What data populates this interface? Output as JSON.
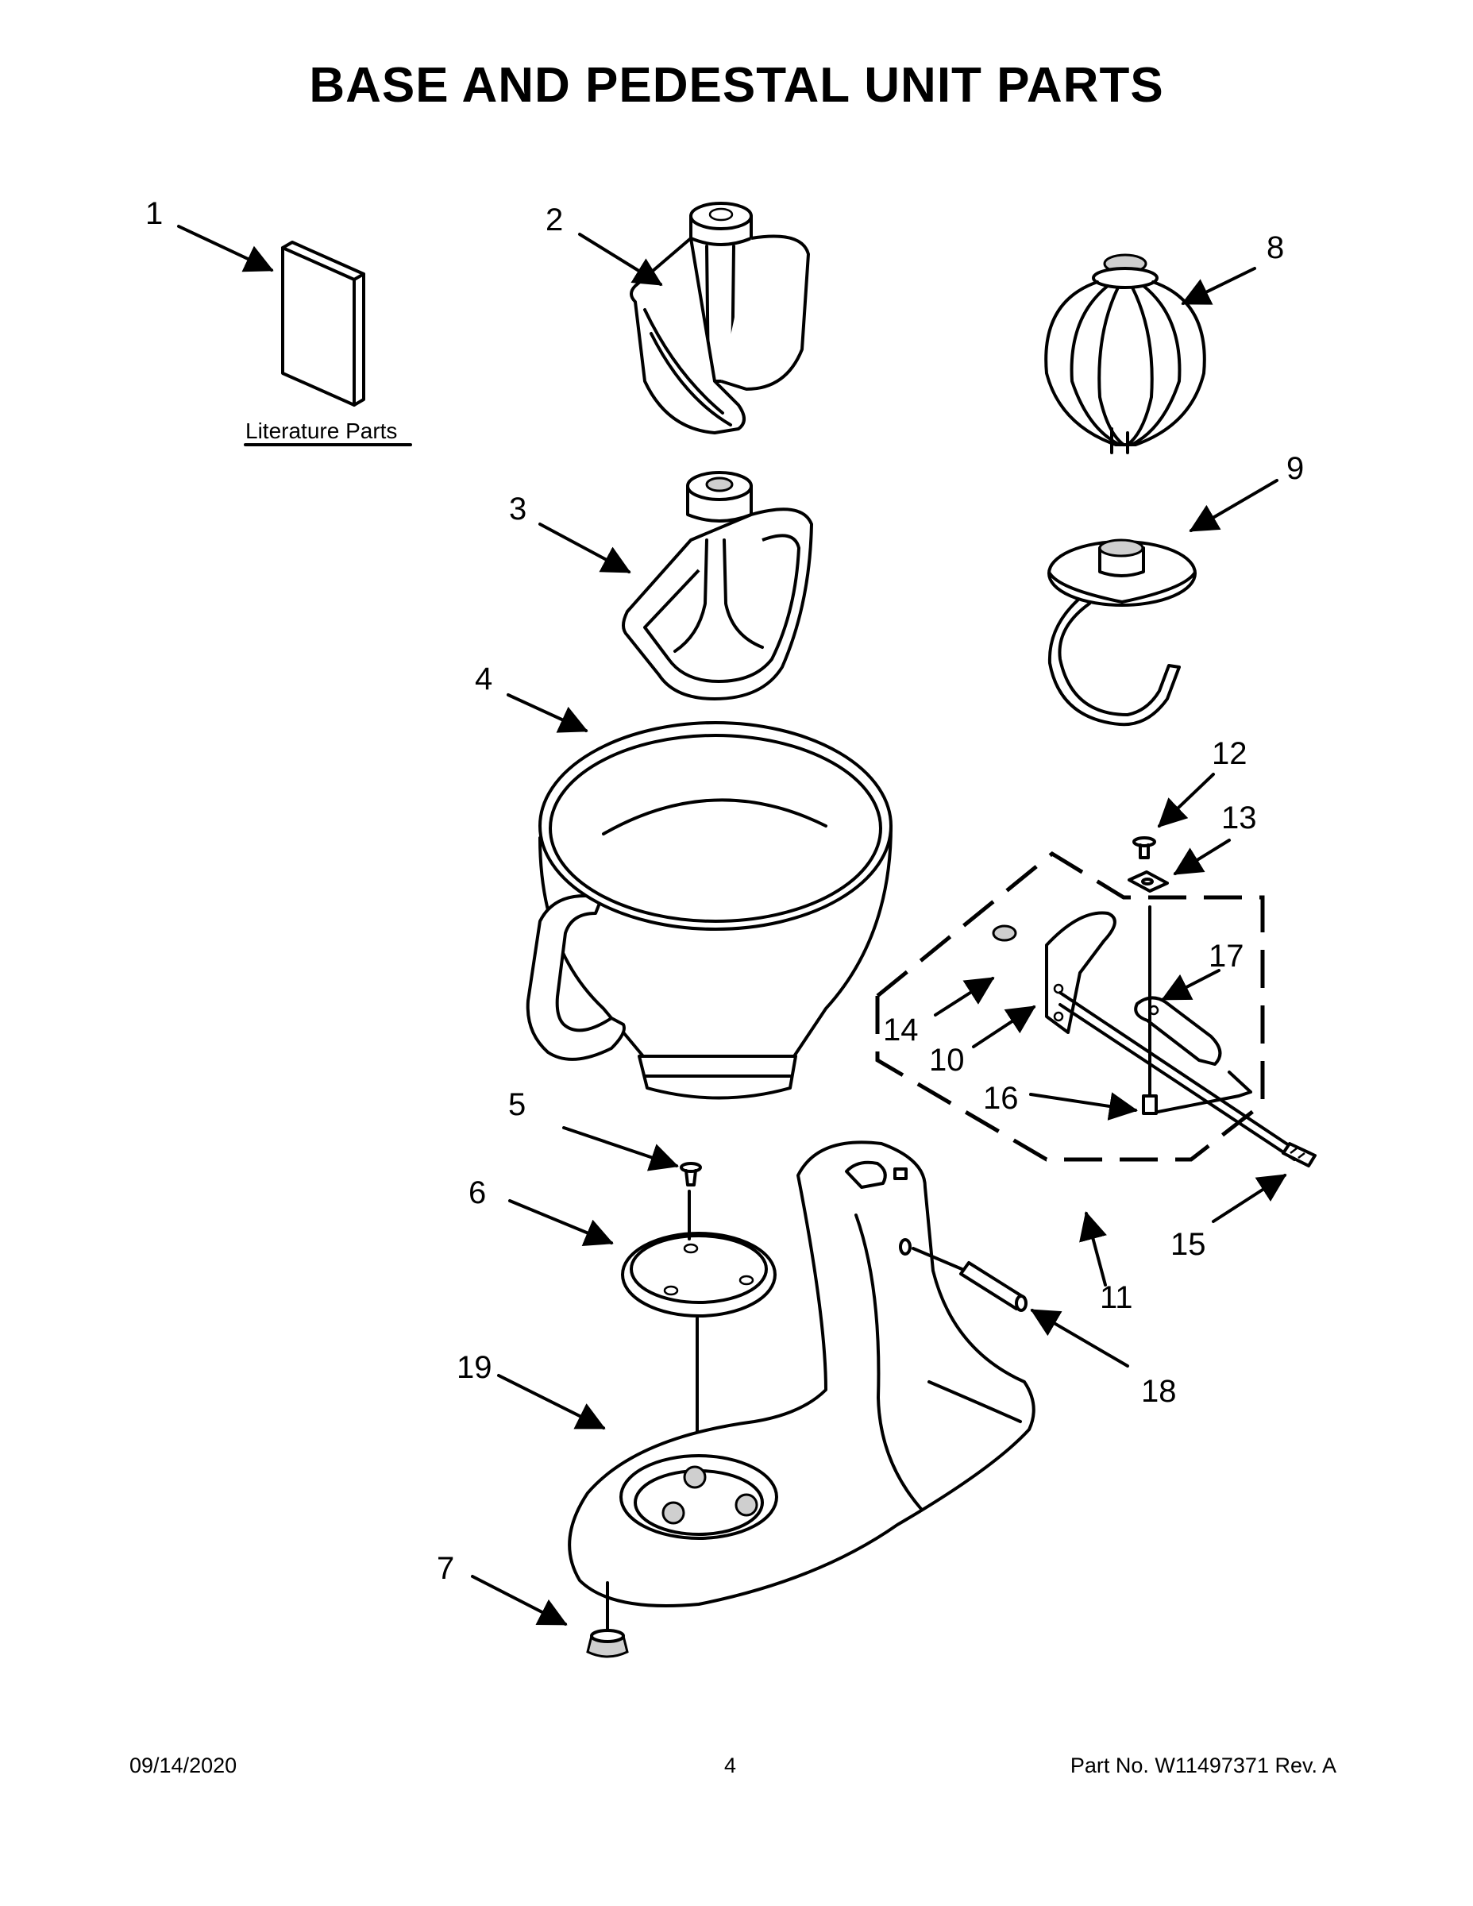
{
  "title": "BASE AND PEDESTAL UNIT PARTS",
  "literature_label": "Literature Parts",
  "callouts": {
    "c1": "1",
    "c2": "2",
    "c3": "3",
    "c4": "4",
    "c5": "5",
    "c6": "6",
    "c7": "7",
    "c8": "8",
    "c9": "9",
    "c10": "10",
    "c11": "11",
    "c12": "12",
    "c13": "13",
    "c14": "14",
    "c15": "15",
    "c16": "16",
    "c17": "17",
    "c18": "18",
    "c19": "19"
  },
  "footer": {
    "date": "09/14/2020",
    "page": "4",
    "part": "Part No.  W11497371  Rev.  A"
  }
}
